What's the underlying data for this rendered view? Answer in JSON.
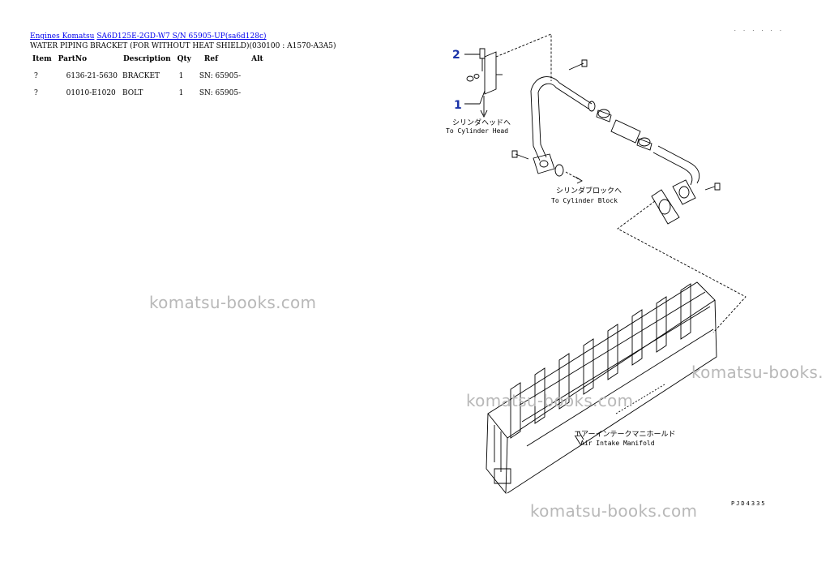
{
  "breadcrumb": {
    "links": [
      "Engines Komatsu",
      "SA6D125E-2GD-W7 S/N 65905-UP(sa6d128c)"
    ]
  },
  "page_title": "WATER PIPING BRACKET (FOR WITHOUT HEAT SHIELD)(030100 : A1570-A3A5)",
  "table": {
    "headers": [
      "Item",
      "PartNo",
      "Description",
      "Qty",
      "Ref",
      "Alt"
    ],
    "rows": [
      [
        "?",
        "6136-21-5630",
        "BRACKET",
        "1",
        "SN: 65905-",
        ""
      ],
      [
        "?",
        "01010-E1020",
        "BOLT",
        "1",
        "SN: 65905-",
        ""
      ]
    ]
  },
  "diagram": {
    "callouts": [
      "2",
      "1"
    ],
    "labels": {
      "cyl_head_jp": "シリンダヘッドへ",
      "cyl_head_en": "To Cylinder Head",
      "cyl_block_jp": "シリンダブロックへ",
      "cyl_block_en": "To Cylinder Block",
      "manifold_jp": "エアーインテークマニホールド",
      "manifold_en": "Air Intake Manifold"
    },
    "drawing_code": "PJD4335",
    "corner_code": ". . . . . ."
  },
  "watermarks": [
    "komatsu-books.com",
    "komatsu-books.",
    "komatsu-books.com",
    "komatsu-books.com"
  ],
  "colors": {
    "link": "#0000ee",
    "callout": "#1a33a8",
    "watermark": "#b8b8b8"
  }
}
